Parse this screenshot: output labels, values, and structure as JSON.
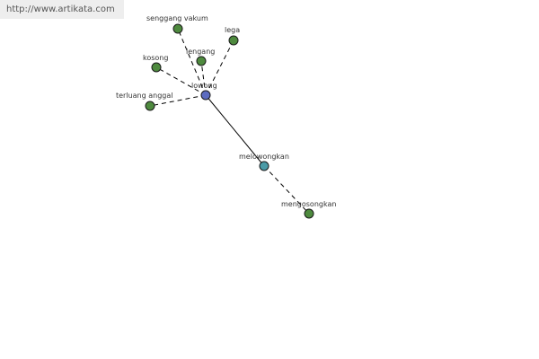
{
  "header": {
    "source_url": "http://www.artikata.com"
  },
  "colors": {
    "center_node": "#5c6bc0",
    "secondary_node": "#4a9aa6",
    "leaf_node": "#4e8a3e",
    "edge": "#000000"
  },
  "graph": {
    "center": {
      "id": "lowong",
      "label": "lowong",
      "kind": "center"
    },
    "nodes": [
      {
        "id": "senggang-vakum",
        "label": "senggang vakum",
        "kind": "leaf"
      },
      {
        "id": "lega",
        "label": "lega",
        "kind": "leaf"
      },
      {
        "id": "lengang",
        "label": "lengang",
        "kind": "leaf"
      },
      {
        "id": "kosong",
        "label": "kosong",
        "kind": "leaf"
      },
      {
        "id": "terluang-anggal",
        "label": "terluang anggal",
        "kind": "leaf"
      },
      {
        "id": "melowongkan",
        "label": "melowongkan",
        "kind": "secondary"
      },
      {
        "id": "mengosongkan",
        "label": "mengosongkan",
        "kind": "leaf"
      }
    ],
    "edges": [
      {
        "from": "lowong",
        "to": "senggang-vakum",
        "style": "dashed"
      },
      {
        "from": "lowong",
        "to": "lega",
        "style": "dashed"
      },
      {
        "from": "lowong",
        "to": "lengang",
        "style": "dashed"
      },
      {
        "from": "lowong",
        "to": "kosong",
        "style": "dashed"
      },
      {
        "from": "lowong",
        "to": "terluang-anggal",
        "style": "dashed"
      },
      {
        "from": "lowong",
        "to": "melowongkan",
        "style": "solid"
      },
      {
        "from": "melowongkan",
        "to": "mengosongkan",
        "style": "dashed"
      }
    ]
  }
}
